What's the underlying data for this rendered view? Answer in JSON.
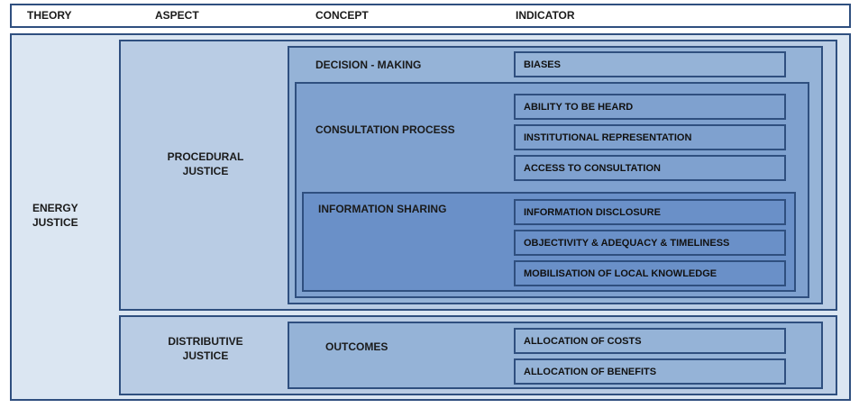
{
  "header": {
    "theory": "THEORY",
    "aspect": "ASPECT",
    "concept": "CONCEPT",
    "indicator": "INDICATOR"
  },
  "theory": {
    "line1": "ENERGY",
    "line2": "JUSTICE"
  },
  "aspects": {
    "procedural": {
      "line1": "PROCEDURAL",
      "line2": "JUSTICE"
    },
    "distributive": {
      "line1": "DISTRIBUTIVE",
      "line2": "JUSTICE"
    }
  },
  "concepts": {
    "decision_making": "DECISION - MAKING",
    "consultation_process": "CONSULTATION PROCESS",
    "information_sharing": "INFORMATION SHARING",
    "outcomes": "OUTCOMES"
  },
  "indicators": {
    "biases": "BIASES",
    "ability_to_be_heard": "ABILITY TO BE HEARD",
    "institutional_representation": "INSTITUTIONAL REPRESENTATION",
    "access_to_consultation": "ACCESS TO CONSULTATION",
    "information_disclosure": "INFORMATION DISCLOSURE",
    "objectivity": "OBJECTIVITY & ADEQUACY & TIMELINESS",
    "mobilisation": "MOBILISATION OF LOCAL KNOWLEDGE",
    "allocation_costs": "ALLOCATION OF COSTS",
    "allocation_benefits": "ALLOCATION OF BENEFITS"
  },
  "colors": {
    "border": "#2f4f7f",
    "theory_fill": "#dbe6f2",
    "aspect_fill": "#b9cce4",
    "concept_fill": "#95b3d7",
    "consultation_fill": "#7fa1cf",
    "info_sharing_fill": "#6a90c8"
  }
}
